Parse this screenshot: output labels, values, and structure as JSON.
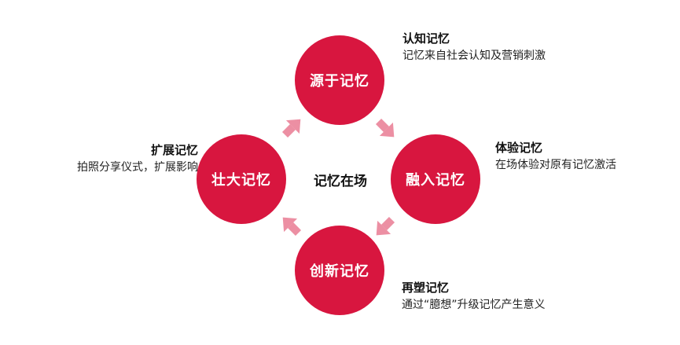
{
  "diagram": {
    "center": "记忆在场",
    "accent_color": "#d8163f",
    "arrow_color": "#ec8fa3",
    "nodes": {
      "top": {
        "label": "源于记忆",
        "title": "认知记忆",
        "desc": "记忆来自社会认知及营销刺激"
      },
      "right": {
        "label": "融入记忆",
        "title": "体验记忆",
        "desc": "在场体验对原有记忆激活"
      },
      "bottom": {
        "label": "创新记忆",
        "title": "再塑记忆",
        "desc": "通过“臆想”升级记忆产生意义"
      },
      "left": {
        "label": "壮大记忆",
        "title": "扩展记忆",
        "desc": "拍照分享仪式，扩展影响"
      }
    }
  }
}
